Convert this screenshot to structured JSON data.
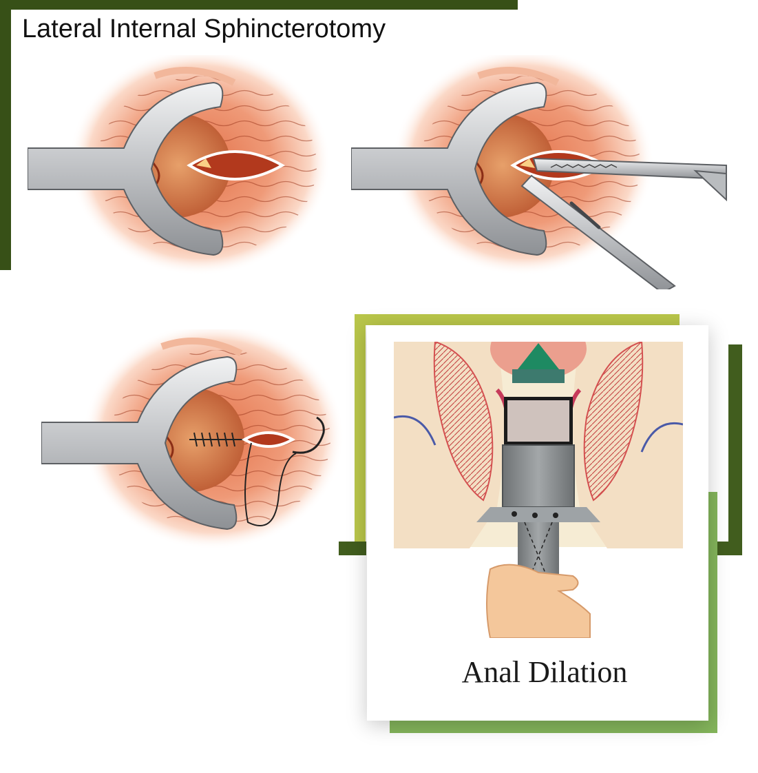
{
  "title": "Lateral Internal Sphincterotomy",
  "dilation_caption": "Anal Dilation",
  "colors": {
    "frame_dark_green": "#375017",
    "frame_olive": "#415d1e",
    "frame_lime": "#b9c64a",
    "frame_light_green": "#84b55b",
    "tissue_red": "#d2603a",
    "retractor_gray": "#c9cbcd"
  },
  "panels": [
    {
      "name": "incision-step",
      "icon": "retractor-incision-icon"
    },
    {
      "name": "cut-step",
      "icon": "forceps-scalpel-icon"
    },
    {
      "name": "suture-step",
      "icon": "needle-suture-icon"
    },
    {
      "name": "anal-dilation",
      "icon": "anal-dilator-icon"
    }
  ]
}
